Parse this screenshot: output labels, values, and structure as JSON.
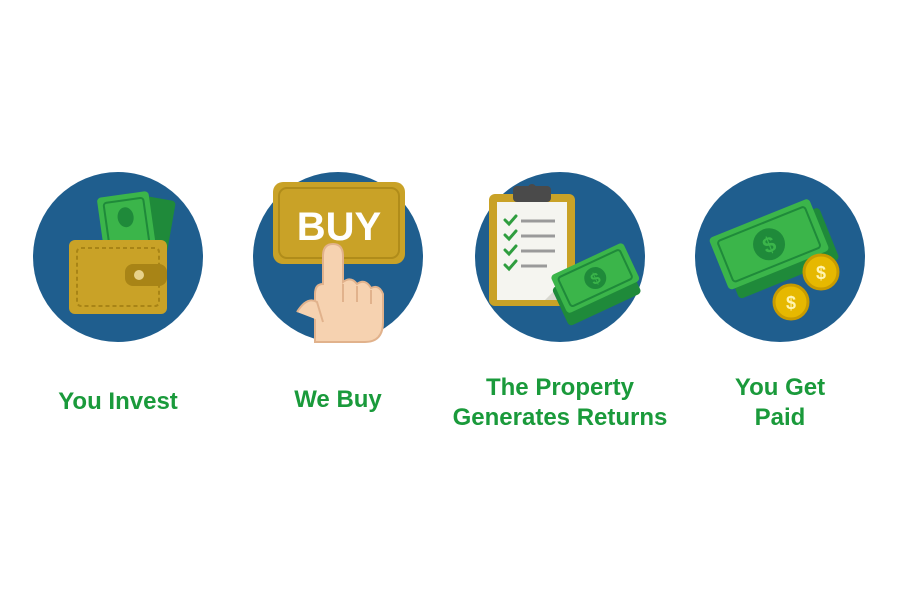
{
  "steps": [
    {
      "label_lines": [
        "You Invest"
      ],
      "icon": "wallet-with-cash-icon"
    },
    {
      "label_lines": [
        "We Buy"
      ],
      "icon": "buy-button-hand-icon",
      "button_text": "BUY"
    },
    {
      "label_lines": [
        "The Property",
        "Generates Returns"
      ],
      "icon": "clipboard-with-cash-icon"
    },
    {
      "label_lines": [
        "You Get",
        "Paid"
      ],
      "icon": "cash-and-coins-icon"
    }
  ],
  "colors": {
    "circle": "#1f5e8e",
    "label_green": "#1a9a3b",
    "cash_green": "#2f9e3f",
    "gold": "#c9a227"
  }
}
